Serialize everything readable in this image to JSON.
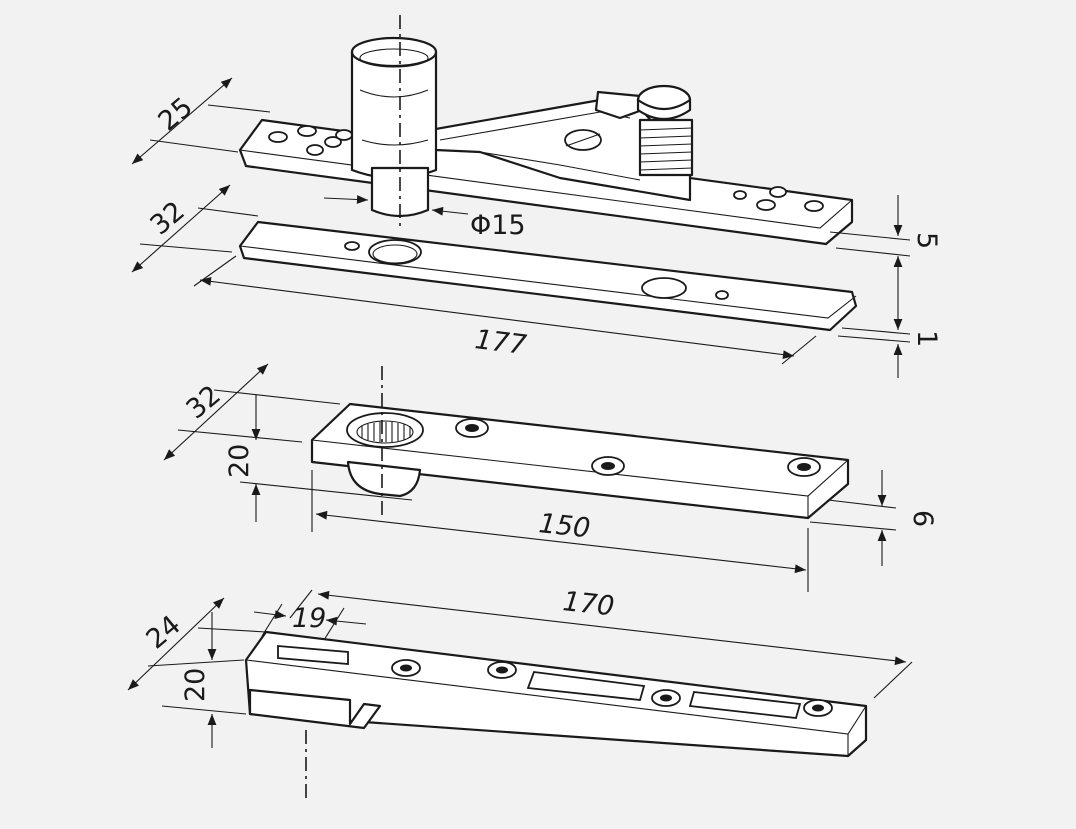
{
  "colors": {
    "background": "#f2f2f2",
    "line": "#1a1a1a",
    "part_fill": "#ffffff"
  },
  "top_assembly": {
    "dim_height": "25",
    "dim_width": "32",
    "dim_pivot_diameter": "Φ15",
    "dim_plate_length": "177",
    "dim_plate_thickness": "5",
    "dim_shim_thickness": "1"
  },
  "middle_plate": {
    "dim_width": "32",
    "dim_height": "20",
    "dim_length": "150",
    "dim_thickness": "6"
  },
  "bottom_plate": {
    "dim_width": "24",
    "dim_height": "20",
    "dim_offset": "19",
    "dim_length": "170"
  }
}
